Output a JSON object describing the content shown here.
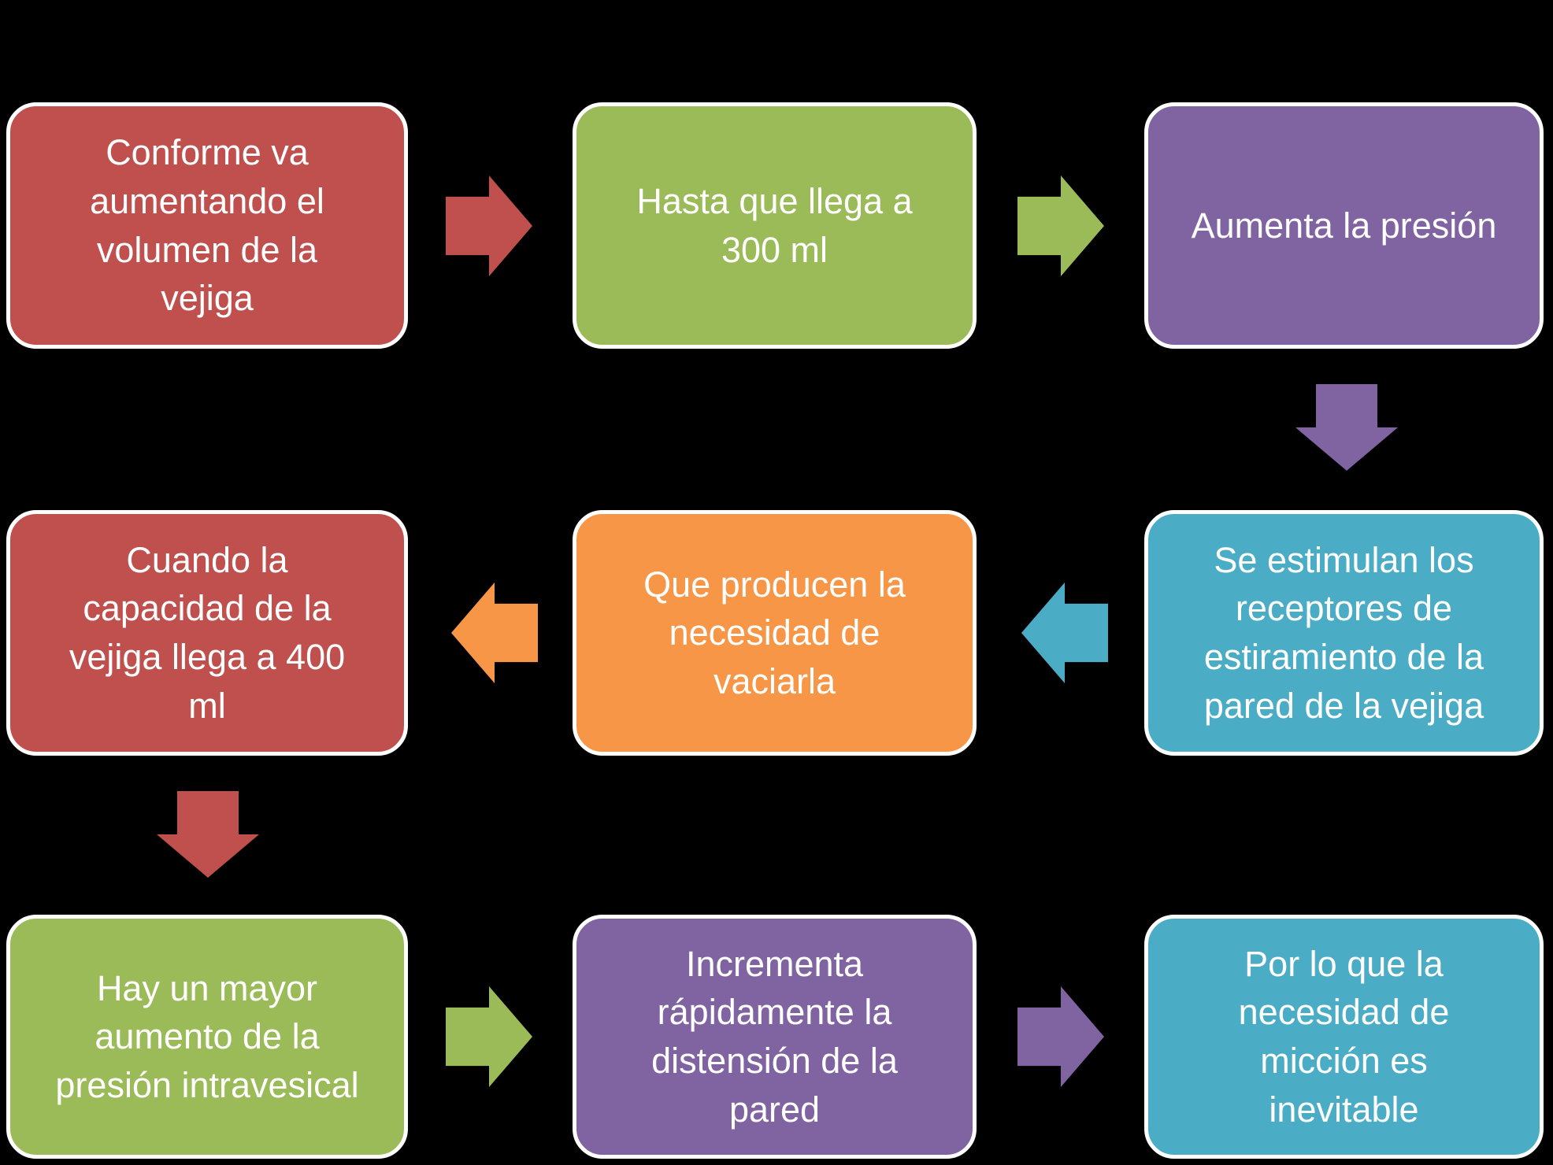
{
  "diagram": {
    "background_color": "#000000",
    "text_color": "#FFFFFF",
    "box_border_color": "#FFFFFF",
    "steps": [
      {
        "name": "volume-increase",
        "color": "#C0504D",
        "text": "Conforme va\naumentando el\nvolumen de la\nvejiga"
      },
      {
        "name": "reaches-300ml",
        "color": "#9BBB59",
        "text": "Hasta que llega a\n300 ml"
      },
      {
        "name": "pressure-increase",
        "color": "#8064A2",
        "text": "Aumenta la presión"
      },
      {
        "name": "capacity-400ml",
        "color": "#C0504D",
        "text": "Cuando la\ncapacidad de la\nvejiga llega a 400\nml"
      },
      {
        "name": "need-to-empty",
        "color": "#F79646",
        "text": "Que producen la\nnecesidad de\nvaciarla"
      },
      {
        "name": "stretch-receptors",
        "color": "#4BACC6",
        "text": "Se estimulan los\nreceptores de\nestiramiento de la\npared de la vejiga"
      },
      {
        "name": "intravesical-pressure",
        "color": "#9BBB59",
        "text": "Hay un mayor\naumento de la\npresión intravesical"
      },
      {
        "name": "wall-distension",
        "color": "#8064A2",
        "text": "Incrementa\nrápidamente la\ndistensión de la\npared"
      },
      {
        "name": "micturition-inevitable",
        "color": "#4BACC6",
        "text": "Por lo que la\nnecesidad de\nmicción es\ninevitable"
      }
    ],
    "arrows": [
      {
        "direction": "right",
        "color": "#C0504D"
      },
      {
        "direction": "right",
        "color": "#9BBB59"
      },
      {
        "direction": "down",
        "color": "#8064A2"
      },
      {
        "direction": "left",
        "color": "#4BACC6"
      },
      {
        "direction": "left",
        "color": "#F79646"
      },
      {
        "direction": "down",
        "color": "#C0504D"
      },
      {
        "direction": "right",
        "color": "#9BBB59"
      },
      {
        "direction": "right",
        "color": "#8064A2"
      }
    ]
  }
}
